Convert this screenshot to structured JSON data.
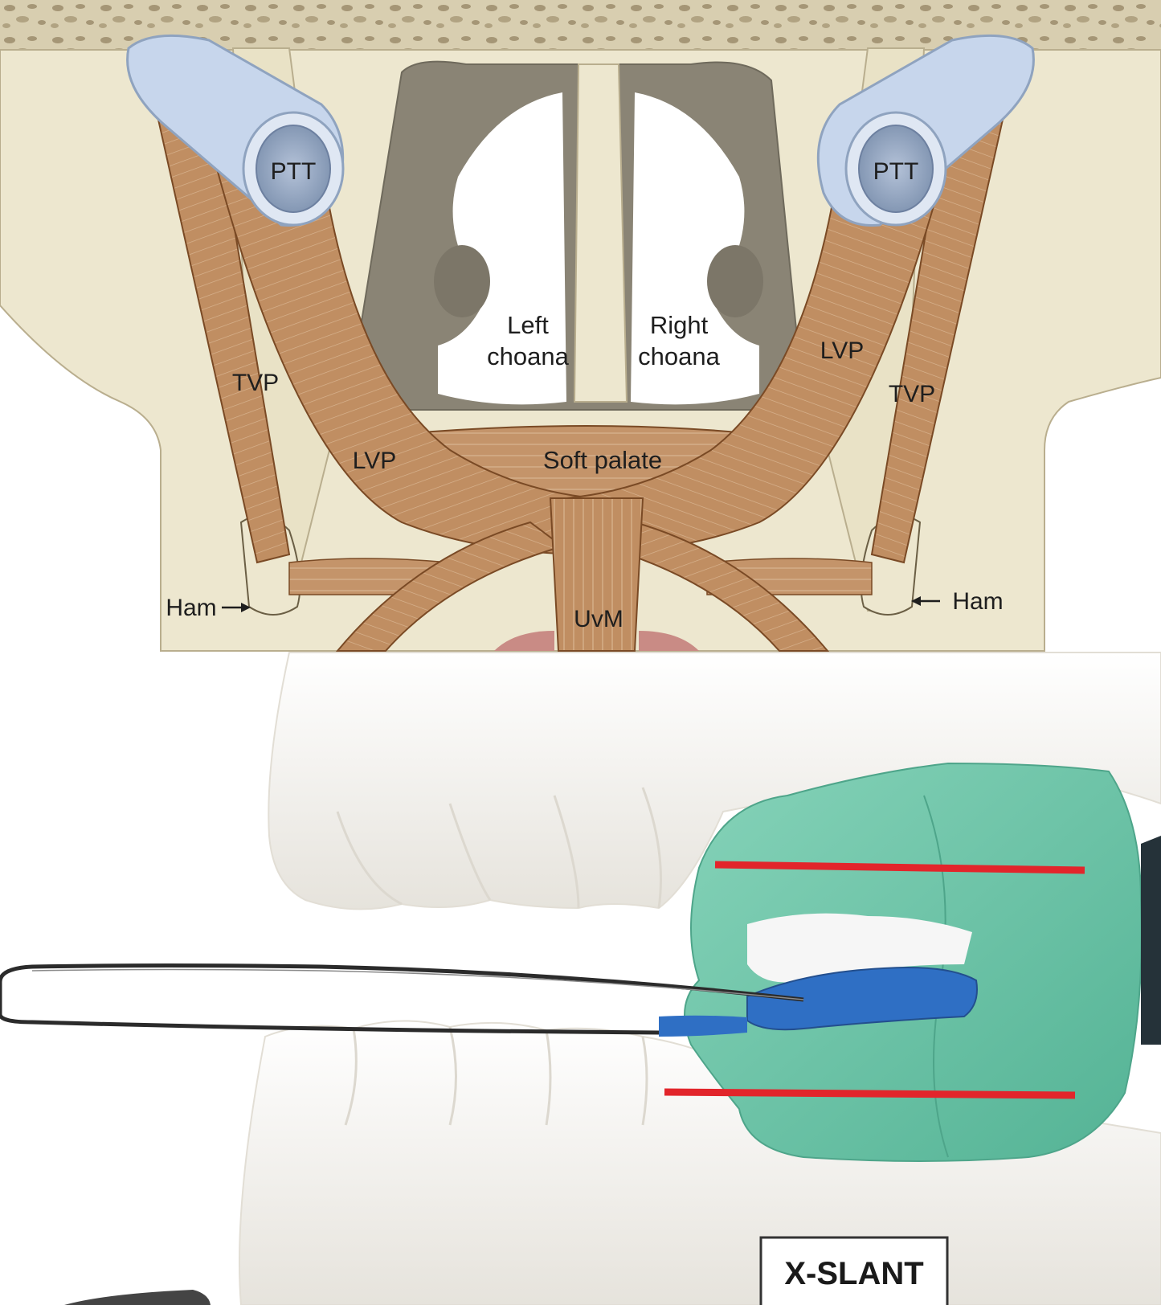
{
  "panel_top": {
    "labels": {
      "ptt_left": "PTT",
      "ptt_right": "PTT",
      "left_choana_1": "Left",
      "left_choana_2": "choana",
      "right_choana_1": "Right",
      "right_choana_2": "choana",
      "tvp_left": "TVP",
      "tvp_right": "TVP",
      "lvp_left": "LVP",
      "lvp_right": "LVP",
      "soft_palate": "Soft palate",
      "ham_left": "Ham",
      "ham_right": "Ham",
      "uvm": "UvM"
    },
    "colors": {
      "bone": "#ede7cf",
      "muscle": "#c08e62",
      "muscle_dark": "#7a4a25",
      "cavity": "#8a8475",
      "tube": "#c7d6ec",
      "tube_dark": "#8fa3bf"
    }
  },
  "panel_bottom": {
    "badge": "X-SLANT",
    "colors": {
      "teeth": "#f4f2ee",
      "putty": "#6cc5aa",
      "bite_block": "#2f6fc4",
      "guide_line": "#e2252b",
      "wire": "#2b2b2b"
    }
  }
}
